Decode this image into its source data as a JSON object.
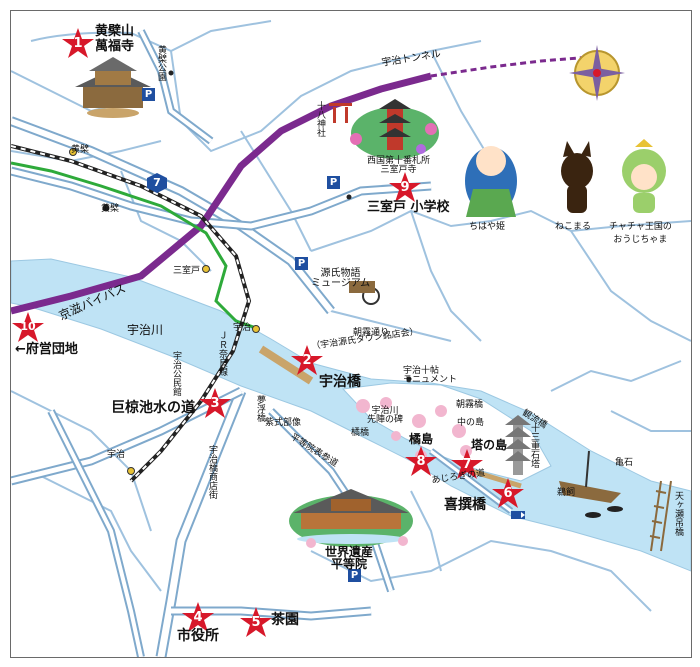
{
  "map": {
    "colors": {
      "river": "#bfe3f5",
      "road_fill": "#ffffff",
      "road_edge": "#7fa9cc",
      "road_thin": "#9fc2df",
      "bypass": "#7b2a8e",
      "keihan_line": "#2eaa3a",
      "jr_line": "#222222",
      "star": "#d7182a",
      "parking": "#1f4fa0"
    },
    "spots": [
      {
        "num": "1",
        "label": "黄檗山\n萬福寺"
      },
      {
        "num": "2",
        "label": "宇治橋"
      },
      {
        "num": "3",
        "label": "巨椋池水の道"
      },
      {
        "num": "4",
        "label": "市役所"
      },
      {
        "num": "5",
        "label": "茶園"
      },
      {
        "num": "6",
        "label": "喜撰橋"
      },
      {
        "num": "7",
        "label": "塔の島"
      },
      {
        "num": "8",
        "label": "橘島"
      },
      {
        "num": "9",
        "label": "三室戸 小学校"
      },
      {
        "num": "10",
        "label": "←府営団地"
      }
    ],
    "labels": {
      "obaku_park": "黄檗公園",
      "obaku_station_keihan": "黄檗",
      "obaku_station_jr": "黄檗",
      "tunnel": "宇治トンネル",
      "juhachi_shrine": "十八神社",
      "mimuroto_temple": "西国第十番札所\n三室戸寺",
      "genji_museum": "源氏物語\nミュージアム",
      "mimuroto_station": "三室戸",
      "uji_station_keihan": "宇治",
      "uji_station_jr": "宇治",
      "bypass": "京滋バイパス",
      "ujigawa": "宇治川",
      "jr_nara_line": "ＪＲ奈良線",
      "uji_park_gym": "宇治公民館",
      "asagiri_street": "朝霧通り",
      "town_shopping": "（宇治源氏タウン銘店会）",
      "monument": "宇治十帖\nモニュメント",
      "senjin_stone": "宇治川\n先陣の碑",
      "asagiri_bridge": "朝霧橋",
      "tachibana_bridge": "橘橋",
      "naka_island": "中の島",
      "tower": "十三重石塔",
      "kanryu_bridge": "観流橋",
      "kamenishi": "亀石",
      "ukai": "鵜飼",
      "tenkase_bridge": "天ヶ瀬吊橋",
      "agata_street": "あじろぎの道",
      "yume_bridge": "夢浮橋",
      "murasaki_statue": "紫式部像",
      "byodoin_omotesando": "平等院表参道",
      "byodoin_street": "宇治橋商店街",
      "byodoin": "世界遺産\n平等院"
    },
    "characters": [
      {
        "name": "ちはや姫"
      },
      {
        "name": "ねこまる"
      },
      {
        "name": "チャチャ王国の\nおうじちゃま"
      }
    ],
    "route_badge": "7",
    "parking_symbol": "P"
  }
}
